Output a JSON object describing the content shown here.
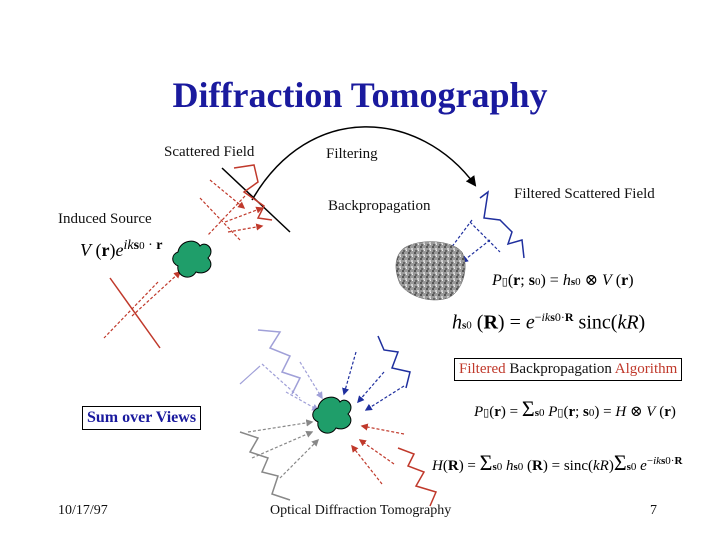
{
  "slide": {
    "title": "Diffraction Tomography",
    "labels": {
      "scattered_field": "Scattered Field",
      "filtering": "Filtering",
      "filtered_scattered_field": "Filtered Scattered Field",
      "induced_source": "Induced Source",
      "backpropagation": "Backpropagation"
    },
    "filtered_bp_algorithm": {
      "part1": "Filtered ",
      "part2": "Backpropagation",
      "part3": " Algorithm"
    },
    "sum_over_views": "Sum over Views",
    "equations": {
      "induced_source_expr": "V(r)e^{iks0·r}",
      "filtered_field": "(r; s0) = hs0 ⊗ V(r)",
      "kernel": "hs0(R) = e^{-iks0·R} sinc(kR)",
      "sum_reconstruction": "(r) = Σs0 (r; s0) = H ⊗ V(r)",
      "total_kernel": "H(R) = Σs0 hs0(R) = sinc(kR) Σs0 e^{-iks0·R}"
    },
    "footer": {
      "date": "10/17/97",
      "center": "Optical Diffraction Tomography",
      "page": "7"
    },
    "colors": {
      "title": "#1a1a9e",
      "red": "#c0392b",
      "blue": "#1f2f9e",
      "gray": "#8c8c8c",
      "lightblue": "#a8a8d8",
      "green": "#1f9e6a"
    }
  }
}
